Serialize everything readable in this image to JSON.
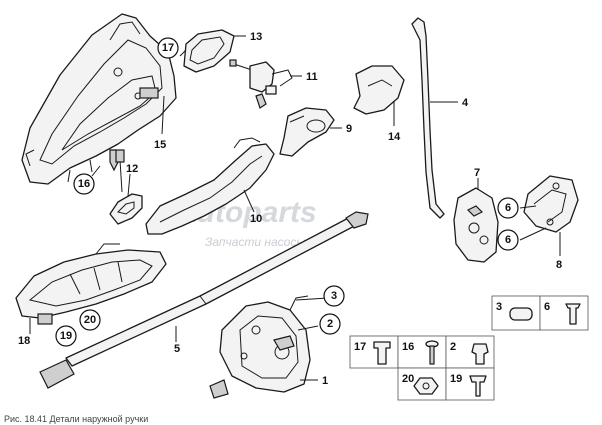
{
  "callouts": {
    "c1": "1",
    "c2": "2",
    "c3": "3",
    "c4": "4",
    "c5": "5",
    "c6a": "6",
    "c6b": "6",
    "c7": "7",
    "c8": "8",
    "c9": "9",
    "c10": "10",
    "c11": "11",
    "c12": "12",
    "c13": "13",
    "c14": "14",
    "c15": "15",
    "c16": "16",
    "c17": "17",
    "c18": "18",
    "c19": "19",
    "c20": "20"
  },
  "fastener_table": {
    "top": [
      "3",
      "6"
    ],
    "grid": [
      "17",
      "16",
      "2",
      "20",
      "19"
    ]
  },
  "watermark": {
    "logo": "autoparts",
    "tagline": "Запчасти насосы"
  },
  "caption": "Рис. 18.41 Детали наружной ручки"
}
